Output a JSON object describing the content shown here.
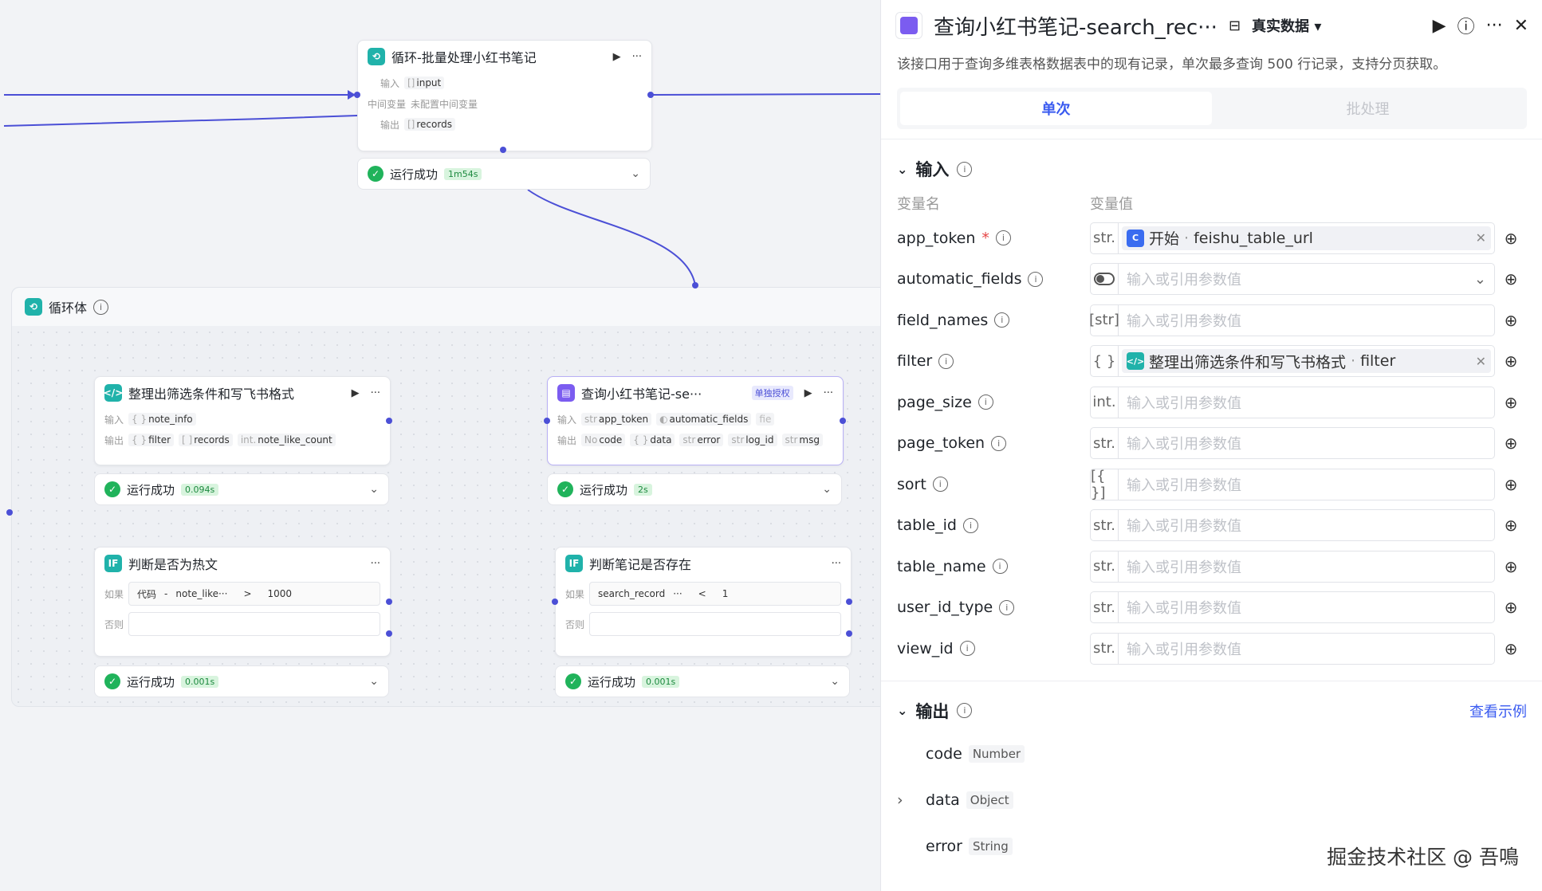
{
  "canvas": {
    "loop_node": {
      "title": "循环-批量处理小红书笔记",
      "input_label": "输入",
      "input_value": "input",
      "mid_label": "中间变量",
      "mid_value": "未配置中间变量",
      "output_label": "输出",
      "output_value": "records",
      "status": "运行成功",
      "duration": "1m54s"
    },
    "loop_body": {
      "title": "循环体"
    },
    "code_node": {
      "title": "整理出筛选条件和写飞书格式",
      "input_label": "输入",
      "input_value": "note_info",
      "output_label": "输出",
      "outputs": [
        "filter",
        "records",
        "note_like_count"
      ],
      "output_types": [
        "{ }",
        "[ ]",
        "int."
      ],
      "status": "运行成功",
      "duration": "0.094s"
    },
    "query_node": {
      "title": "查询小红书笔记-se···",
      "badge": "单独授权",
      "input_label": "输入",
      "inputs": [
        "app_token",
        "automatic_fields",
        "fie"
      ],
      "output_label": "输出",
      "outputs": [
        "code",
        "data",
        "error",
        "log_id",
        "msg"
      ],
      "output_types": [
        "No",
        "{ }",
        "str",
        "str",
        "str"
      ],
      "status": "运行成功",
      "duration": "2s"
    },
    "if_hot": {
      "title": "判断是否为热文",
      "if_label": "如果",
      "left": "代码",
      "left2": "note_like···",
      "op": ">",
      "right": "1000",
      "else_label": "否则",
      "status": "运行成功",
      "duration": "0.001s"
    },
    "if_exists": {
      "title": "判断笔记是否存在",
      "if_label": "如果",
      "left": "search_record",
      "left2": "···",
      "op": "<",
      "right": "1",
      "else_label": "否则",
      "status": "运行成功",
      "duration": "0.001s"
    }
  },
  "panel": {
    "title": "查询小红书笔记-search_rec···",
    "data_mode": "真实数据",
    "description": "该接口用于查询多维表格数据表中的现有记录，单次最多查询 500 行记录，支持分页获取。",
    "tabs": [
      "单次",
      "批处理"
    ],
    "input_section": "输入",
    "col_name": "变量名",
    "col_value": "变量值",
    "placeholder": "输入或引用参数值",
    "params": [
      {
        "name": "app_token",
        "required": "*",
        "type": "str.",
        "ref_node": "开始",
        "ref_field": "feishu_table_url",
        "ref_color": "#3a6cf0"
      },
      {
        "name": "automatic_fields",
        "type": "toggle"
      },
      {
        "name": "field_names",
        "type": "[str]"
      },
      {
        "name": "filter",
        "type": "{ }",
        "ref_node": "整理出筛选条件和写飞书格式",
        "ref_field": "filter",
        "ref_color": "#20b2aa"
      },
      {
        "name": "page_size",
        "type": "int."
      },
      {
        "name": "page_token",
        "type": "str."
      },
      {
        "name": "sort",
        "type": "[{ }]"
      },
      {
        "name": "table_id",
        "type": "str."
      },
      {
        "name": "table_name",
        "type": "str."
      },
      {
        "name": "user_id_type",
        "type": "str."
      },
      {
        "name": "view_id",
        "type": "str."
      }
    ],
    "output_section": "输出",
    "view_example": "查看示例",
    "outputs": [
      {
        "name": "code",
        "type": "Number"
      },
      {
        "name": "data",
        "type": "Object"
      },
      {
        "name": "error",
        "type": "String"
      }
    ]
  },
  "watermark": "掘金技术社区 @ 吾鳴"
}
